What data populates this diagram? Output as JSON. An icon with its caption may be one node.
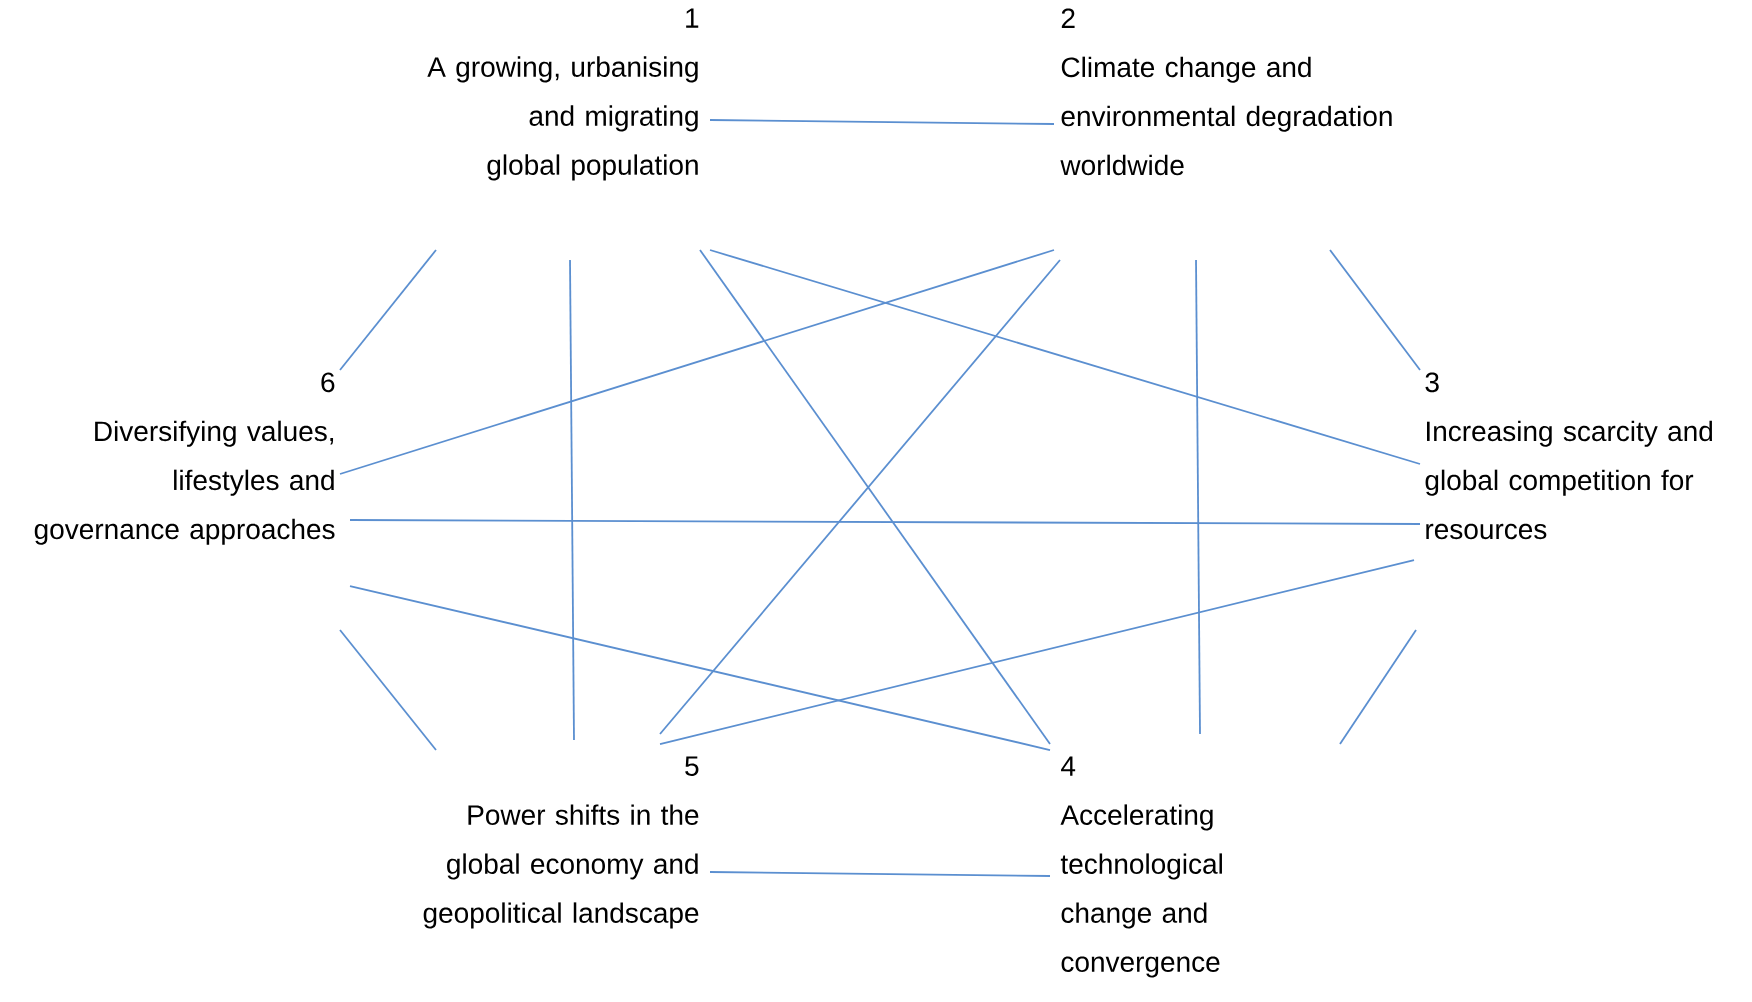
{
  "diagram": {
    "nodes": [
      {
        "text": [
          "1",
          "A growing, urbanising and migrating global population"
        ]
      },
      {
        "text": [
          "2",
          "Climate change and environmental degradation worldwide"
        ]
      },
      {
        "text": [
          "3",
          "Increasing scarcity and global competition for resources"
        ]
      },
      {
        "text": [
          "4",
          "Accelerating technological change and convergence"
        ]
      },
      {
        "text": [
          "5",
          "Power shifts in the global economy and geopolitical landscape"
        ]
      },
      {
        "text": [
          "6",
          "Diversifying values, lifestyles and governance approaches"
        ]
      }
    ],
    "edges": [
      {
        "from": 0,
        "to": 1,
        "arrow": "none"
      },
      {
        "from": 0,
        "to": 5,
        "arrow": "none"
      },
      {
        "from": 1,
        "to": 2,
        "arrow": "none"
      },
      {
        "from": 2,
        "to": 3,
        "arrow": "none"
      },
      {
        "from": 4,
        "to": 5,
        "arrow": "none"
      },
      {
        "from": 4,
        "to": 3,
        "arrow": "none"
      },
      {
        "from": 0,
        "to": 4,
        "arrow": "none"
      },
      {
        "from": 1,
        "to": 3,
        "arrow": "none"
      },
      {
        "from": 0,
        "to": 3,
        "arrow": "none"
      },
      {
        "from": 0,
        "to": 2,
        "arrow": "none"
      },
      {
        "from": 1,
        "to": 5,
        "arrow": "none"
      },
      {
        "from": 1,
        "to": 4,
        "arrow": "none"
      },
      {
        "from": 5,
        "to": 2,
        "arrow": "none"
      },
      {
        "from": 5,
        "to": 3,
        "arrow": "none"
      },
      {
        "from": 2,
        "to": 4,
        "arrow": "none"
      }
    ]
  }
}
